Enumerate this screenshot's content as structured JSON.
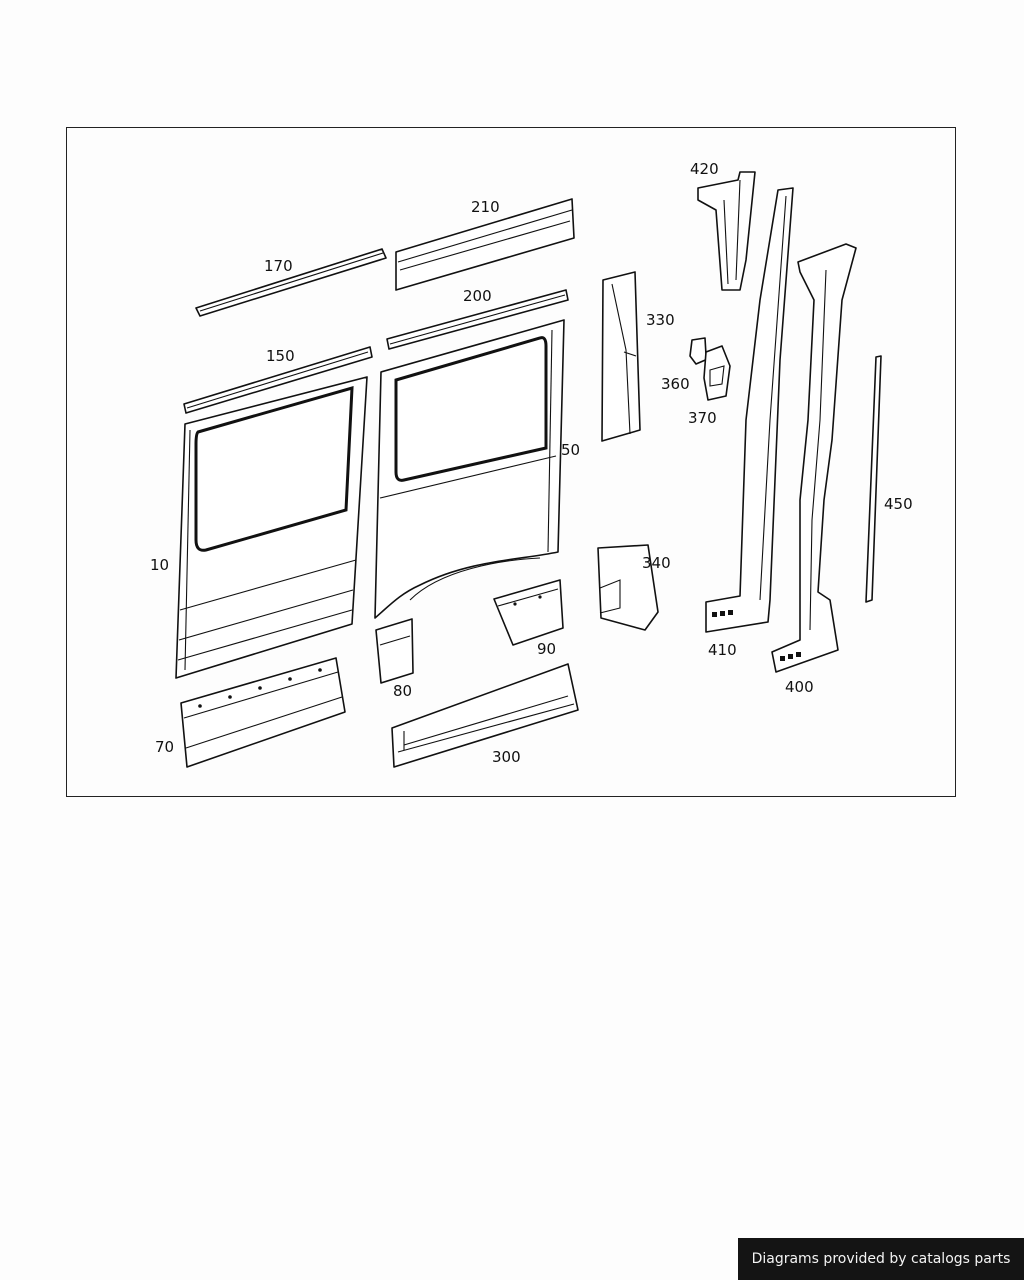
{
  "diagram": {
    "labels": [
      {
        "id": "p10",
        "text": "10"
      },
      {
        "id": "p50",
        "text": "50"
      },
      {
        "id": "p70",
        "text": "70"
      },
      {
        "id": "p80",
        "text": "80"
      },
      {
        "id": "p90",
        "text": "90"
      },
      {
        "id": "p150",
        "text": "150"
      },
      {
        "id": "p170",
        "text": "170"
      },
      {
        "id": "p200",
        "text": "200"
      },
      {
        "id": "p210",
        "text": "210"
      },
      {
        "id": "p300",
        "text": "300"
      },
      {
        "id": "p330",
        "text": "330"
      },
      {
        "id": "p340",
        "text": "340"
      },
      {
        "id": "p360",
        "text": "360"
      },
      {
        "id": "p370",
        "text": "370"
      },
      {
        "id": "p400",
        "text": "400"
      },
      {
        "id": "p410",
        "text": "410"
      },
      {
        "id": "p420",
        "text": "420"
      },
      {
        "id": "p450",
        "text": "450"
      }
    ]
  },
  "footer": {
    "credit": "Diagrams provided by catalogs parts"
  }
}
